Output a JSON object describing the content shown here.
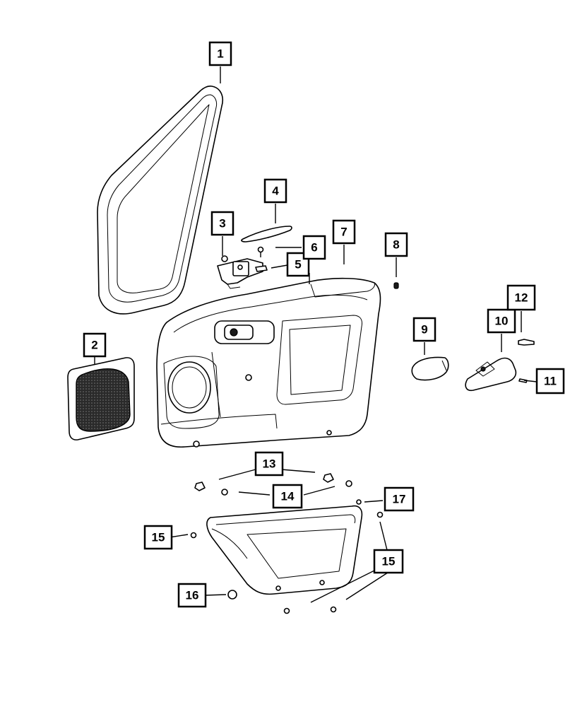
{
  "callouts": {
    "c1": "1",
    "c2": "2",
    "c3": "3",
    "c4": "4",
    "c5": "5",
    "c6": "6",
    "c7": "7",
    "c8": "8",
    "c9": "9",
    "c10": "10",
    "c11": "11",
    "c12": "12",
    "c13": "13",
    "c14": "14",
    "c15a": "15",
    "c15b": "15",
    "c16": "16",
    "c17": "17"
  },
  "colors": {
    "line": "#000000",
    "background": "#ffffff",
    "mesh": "#1a1a1a"
  }
}
